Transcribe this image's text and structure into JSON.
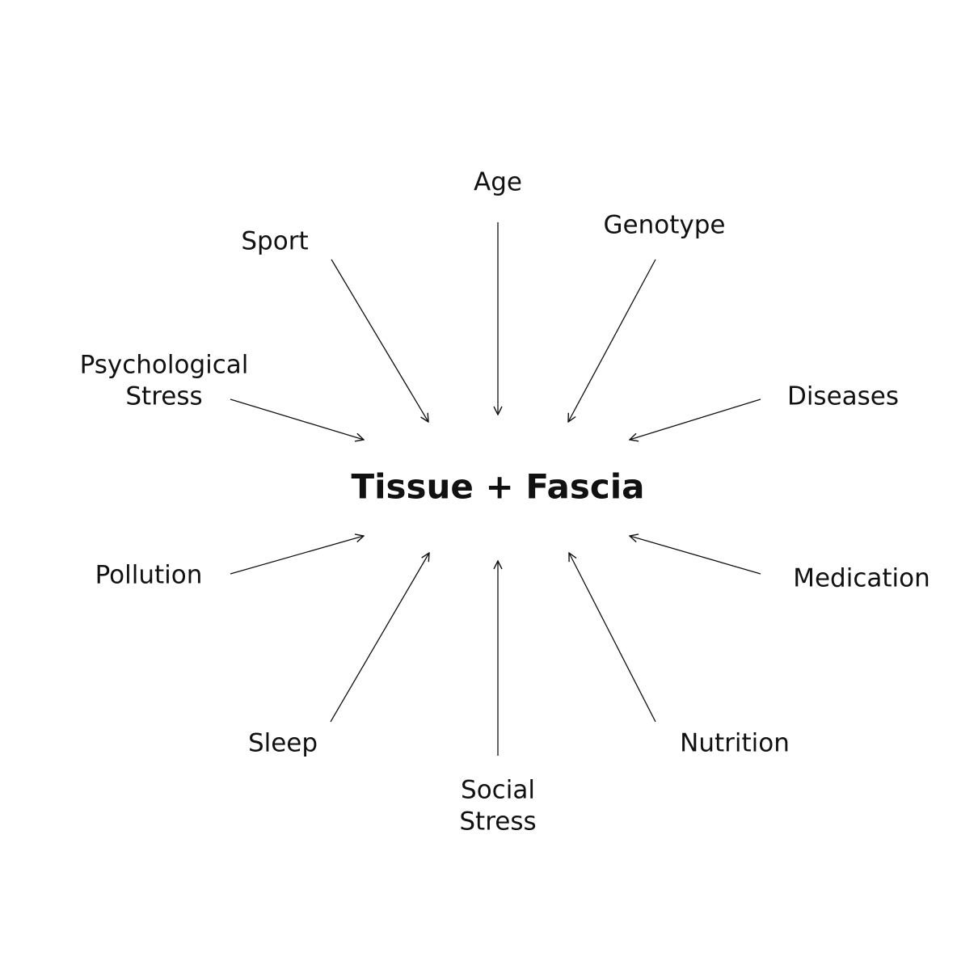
{
  "title": "Tissue + Fascia",
  "factors": {
    "age": "Age",
    "genotype": "Genotype",
    "sport": "Sport",
    "psych_1": "Psychological",
    "psych_2": "Stress",
    "diseases": "Diseases",
    "pollution": "Pollution",
    "medication": "Medication",
    "sleep": "Sleep",
    "social_1": "Social",
    "social_2": "Stress",
    "nutrition": "Nutrition"
  },
  "colors": {
    "ink": "#111111",
    "background": "#ffffff"
  }
}
